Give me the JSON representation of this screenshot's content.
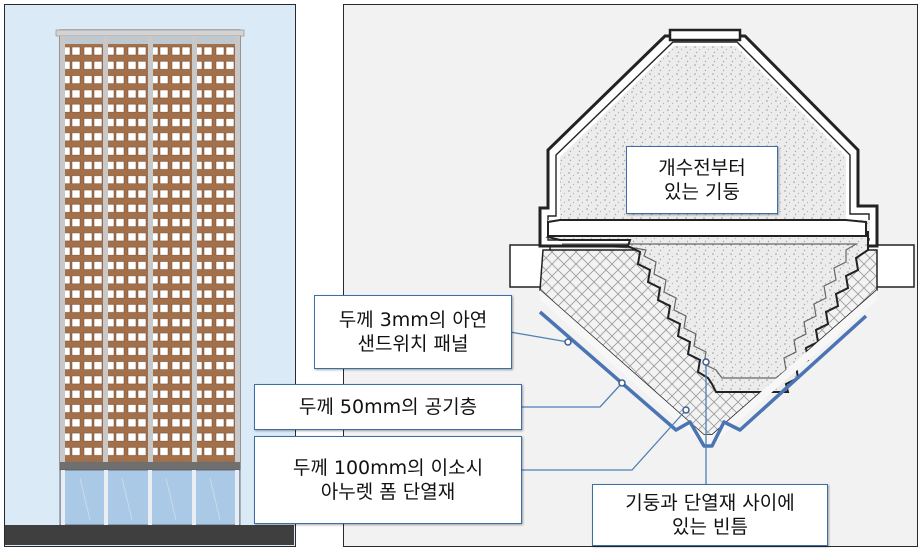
{
  "labels": {
    "column": {
      "line1": "개수전부터",
      "line2": "있는 기둥"
    },
    "zinc_panel": {
      "line1": "두께 3mm의 아연",
      "line2": "샌드위치 패널"
    },
    "air_layer": {
      "line1": "두께 50mm의 공기층"
    },
    "insulation": {
      "line1": "두께 100mm의 이소시",
      "line2": "아누렛 폼 단열재"
    },
    "gap": {
      "line1": "기둥과 단열재 사이에",
      "line2": "있는 빈틈"
    }
  },
  "colors": {
    "facade_brick": "#a4704a",
    "window_white": "#ffffff",
    "glass_blue": "#a9c9e6",
    "panel_line": "#4a74b4",
    "leader_line": "#4f7fb5",
    "label_border": "#3e6ea6"
  }
}
